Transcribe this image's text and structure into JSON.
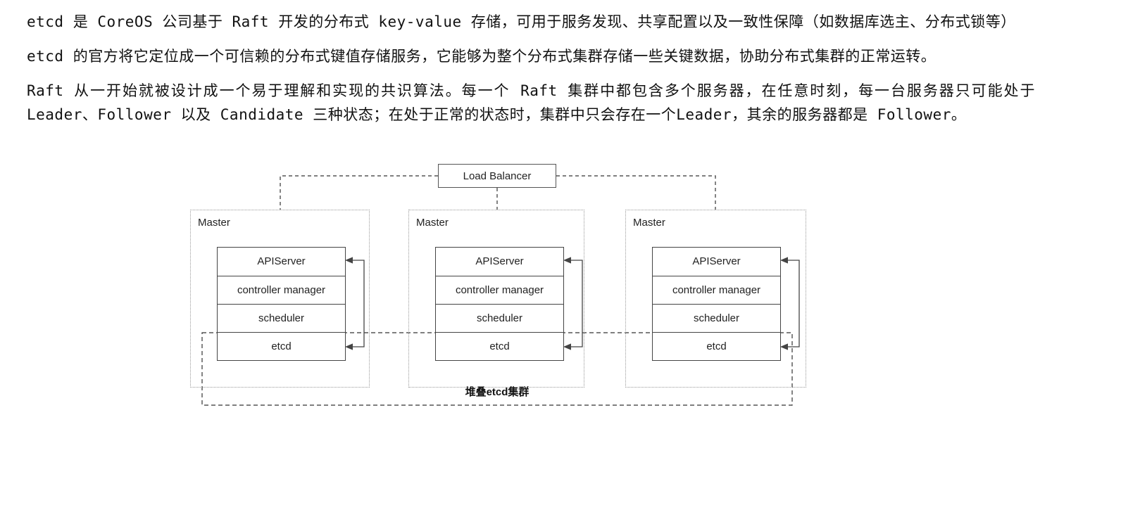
{
  "paragraphs": [
    "etcd 是 CoreOS 公司基于 Raft 开发的分布式 key-value 存储，可用于服务发现、共享配置以及一致性保障（如数据库选主、分布式锁等）",
    "etcd 的官方将它定位成一个可信赖的分布式键值存储服务，它能够为整个分布式集群存储一些关键数据，协助分布式集群的正常运转。",
    "Raft 从一开始就被设计成一个易于理解和实现的共识算法。每一个 Raft 集群中都包含多个服务器，在任意时刻，每一台服务器只可能处于 Leader、Follower 以及 Candidate 三种状态；在处于正常的状态时，集群中只会存在一个Leader，其余的服务器都是 Follower。"
  ],
  "diagram": {
    "load_balancer_label": "Load Balancer",
    "master_label": "Master",
    "components": [
      "APIServer",
      "controller manager",
      "scheduler",
      "etcd"
    ],
    "cluster_label": "堆叠etcd集群",
    "line_color": "#333333",
    "box_border_color": "#444444"
  }
}
